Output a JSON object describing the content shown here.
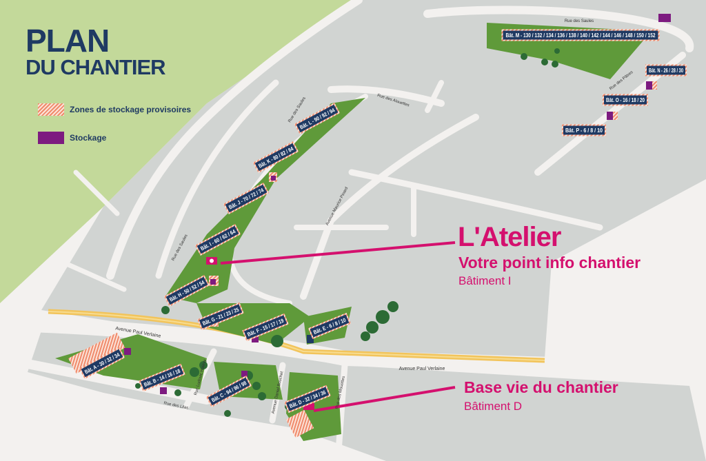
{
  "title": {
    "line1": "PLAN",
    "line2": "DU CHANTIER"
  },
  "legend": [
    {
      "label": "Zones de stockage provisoires",
      "swatch": "hatch"
    },
    {
      "label": "Stockage",
      "swatch": "purple"
    }
  ],
  "callouts": {
    "atelier": {
      "title": "L'Atelier",
      "subtitle": "Votre point info chantier",
      "building": "Bâtiment I"
    },
    "base_vie": {
      "title": "Base vie du chantier",
      "building": "Bâtiment D"
    }
  },
  "buildings": {
    "M": "Bât. M - 130 / 132 / 134 / 136 / 138 / 140 / 142 / 144 / 146 / 148 / 150 / 152",
    "N": "Bât. N - 26 / 28 / 30",
    "O": "Bât. O - 16 / 18 / 20",
    "P": "Bât. P - 6 / 8 / 10",
    "L": "Bât. L - 90 / 92 / 94",
    "K": "Bât. K - 80 / 82 / 84",
    "J": "Bât. J - 70 / 72 / 74",
    "I": "Bât. I - 60 / 62 / 64",
    "H": "Bât. H - 50 / 52 / 54",
    "G": "Bât. G - 21 / 23 / 25",
    "F": "Bât. F - 15 / 17 / 19",
    "E": "Bât. E - 6 / 8 / 10",
    "A": "Bât. A - 30 / 32 / 34",
    "B": "Bât. B - 14 / 16 / 18",
    "C": "Bât. C - 94 / 96 / 98",
    "D": "Bât. D - 32 / 34 / 36"
  },
  "streets": {
    "saules_top": "Rue des Saules",
    "saules_left": "Rue des Saules",
    "saules_mid": "Rue des Saules",
    "alouettes": "Rue des Alouettes",
    "patres": "Rue des Pâtres",
    "maurice": "Avenue Maurice Pinard",
    "verlaine_1": "Avenue Paul Verlaine",
    "verlaine_2": "Avenue Paul Verlaine",
    "halevy": "Rue Ludovic Halévy",
    "lilas": "Rue des Lilas",
    "daniel": "Avenue Daniel Bouchet",
    "mouettes": "Rue des Mouettes"
  },
  "colors": {
    "navy": "#1f3a63",
    "magenta": "#d4106e",
    "purple": "#7d1b80",
    "hatch": "#f08a6a",
    "grass": "#5f9a3a",
    "park": "#c3d99a"
  }
}
